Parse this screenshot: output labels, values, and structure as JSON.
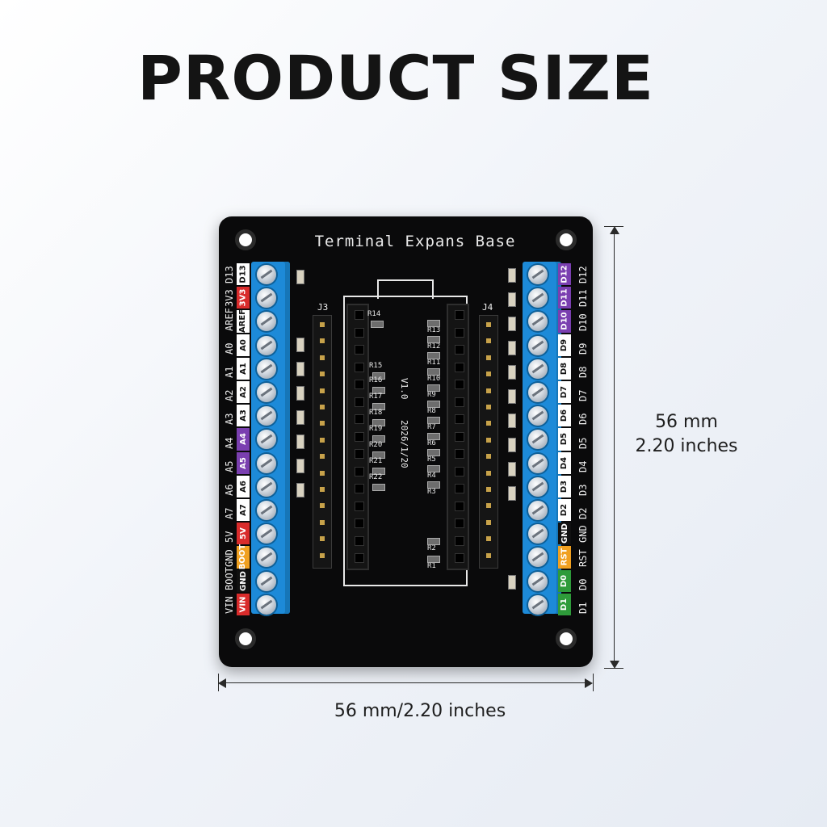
{
  "headline": "PRODUCT SIZE",
  "board": {
    "title": "Terminal Expans Base",
    "version": "V1.0",
    "date": "2026/1/20",
    "header_left": "J3",
    "header_right": "J4",
    "left_pins": [
      "D13",
      "3V3",
      "AREF",
      "A0",
      "A1",
      "A2",
      "A3",
      "A4",
      "A5",
      "A6",
      "A7",
      "5V",
      "BOOT",
      "GND",
      "VIN"
    ],
    "left_silk": [
      "D13",
      "3V3",
      "AREF",
      "A0",
      "A1",
      "A2",
      "A3",
      "A4",
      "A5",
      "A6",
      "A7",
      "5V",
      "GND",
      "BOOT",
      "VIN"
    ],
    "right_pins": [
      "D12",
      "D11",
      "D10",
      "D9",
      "D8",
      "D7",
      "D6",
      "D5",
      "D4",
      "D3",
      "D2",
      "GND",
      "RST",
      "D0",
      "D1"
    ],
    "right_silk": [
      "D12",
      "D11",
      "D10",
      "D9",
      "D8",
      "D7",
      "D6",
      "D5",
      "D4",
      "D3",
      "D2",
      "GND",
      "RST",
      "D0",
      "D1"
    ],
    "left_tag_colors": [
      "#ffffff",
      "#d92b2b",
      "#ffffff",
      "#ffffff",
      "#ffffff",
      "#ffffff",
      "#ffffff",
      "#7a3fb0",
      "#7a3fb0",
      "#ffffff",
      "#ffffff",
      "#d92b2b",
      "#f0a020",
      "#111111",
      "#d92b2b"
    ],
    "right_tag_colors": [
      "#7a3fb0",
      "#7a3fb0",
      "#7a3fb0",
      "#ffffff",
      "#ffffff",
      "#ffffff",
      "#ffffff",
      "#ffffff",
      "#ffffff",
      "#ffffff",
      "#ffffff",
      "#111111",
      "#f0a020",
      "#2e9b3a",
      "#2e9b3a"
    ],
    "resistors_left": [
      "R14",
      "R15",
      "R16",
      "R17",
      "R18",
      "R19",
      "R20",
      "R21",
      "R22"
    ],
    "resistors_right": [
      "R13",
      "R12",
      "R11",
      "R10",
      "R9",
      "R8",
      "R7",
      "R6",
      "R5",
      "R4",
      "R3",
      "R2",
      "R1"
    ]
  },
  "dimensions": {
    "height_mm": "56 mm",
    "height_in": "2.20 inches",
    "width": "56 mm/2.20 inches"
  },
  "colors": {
    "board": "#0a0a0b",
    "terminal_blue": "#1d8ad8"
  }
}
